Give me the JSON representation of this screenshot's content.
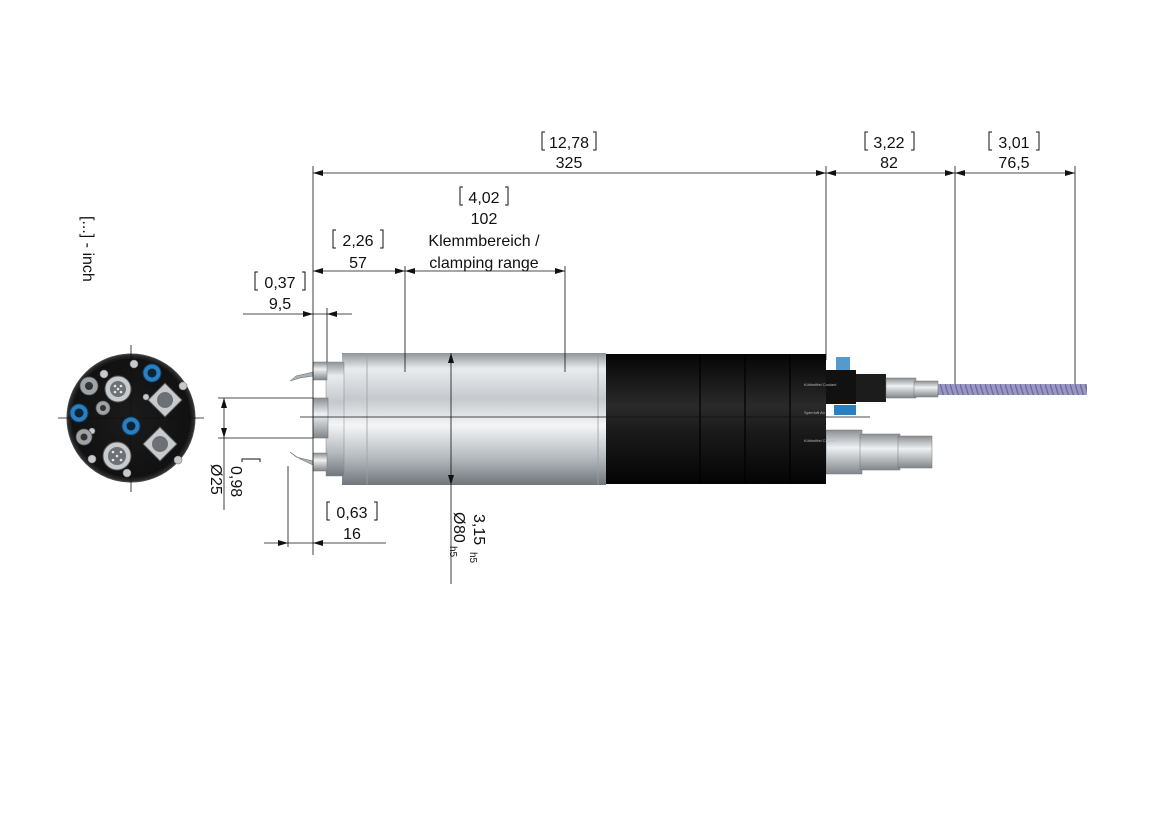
{
  "unit_note": "[...] - inch",
  "dimensions": {
    "total_length": {
      "inch": "12,78",
      "mm": "325"
    },
    "connector_length": {
      "inch": "3,22",
      "mm": "82"
    },
    "cable_length": {
      "inch": "3,01",
      "mm": "76,5"
    },
    "clamping_range": {
      "inch": "4,02",
      "mm": "102",
      "label_de": "Klemmbereich /",
      "label_en": "clamping range"
    },
    "front_length": {
      "inch": "2,26",
      "mm": "57"
    },
    "nose_length": {
      "inch": "0,37",
      "mm": "9,5"
    },
    "fitting_length": {
      "inch": "0,63",
      "mm": "16"
    },
    "tool_diameter": {
      "inch": "0,98",
      "mm": "25",
      "prefix": "Ø"
    },
    "body_diameter": {
      "inch": "3,15",
      "mm": "80",
      "tolerance": "h5",
      "prefix": "Ø"
    }
  },
  "connector_labels": [
    "Kühlmittel Coolant",
    "Sperrluft Air",
    "Kühlmittel Coolant"
  ],
  "colors": {
    "body_steel": "#c8ccd0",
    "body_black": "#1a1a1a",
    "cable": "#8a86b4",
    "accent_blue": "#2a7fc0",
    "line": "#111111"
  }
}
